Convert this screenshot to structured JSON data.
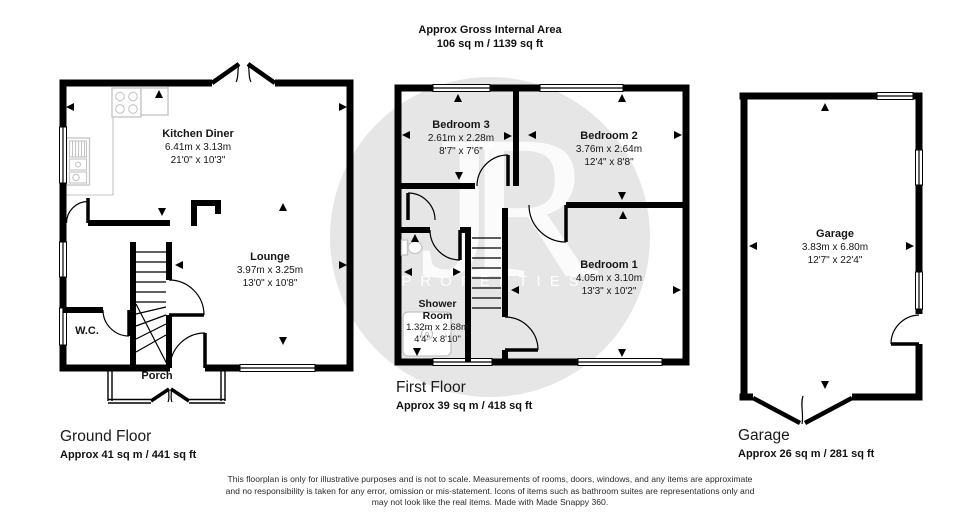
{
  "title": {
    "line1": "Approx Gross Internal Area",
    "line2": "106 sq m / 1139 sq ft"
  },
  "watermark": {
    "monogram": "JR",
    "text": "PROPERTIES",
    "circle_color": "#e6e6e6"
  },
  "floors": {
    "ground": {
      "caption": "Ground Floor",
      "area": "Approx 41 sq m / 441 sq ft",
      "rooms": {
        "kitchen_diner": {
          "name": "Kitchen Diner",
          "metric": "6.41m x 3.13m",
          "imperial": "21'0\" x 10'3\""
        },
        "lounge": {
          "name": "Lounge",
          "metric": "3.97m x 3.25m",
          "imperial": "13'0\" x 10'8\""
        },
        "wc": {
          "name": "W.C."
        },
        "porch": {
          "name": "Porch"
        }
      }
    },
    "first": {
      "caption": "First Floor",
      "area": "Approx 39 sq m / 418 sq ft",
      "rooms": {
        "bedroom3": {
          "name": "Bedroom 3",
          "metric": "2.61m x 2.28m",
          "imperial": "8'7\" x 7'6\""
        },
        "bedroom2": {
          "name": "Bedroom 2",
          "metric": "3.76m x 2.64m",
          "imperial": "12'4\" x 8'8\""
        },
        "bedroom1": {
          "name": "Bedroom 1",
          "metric": "4.05m x 3.10m",
          "imperial": "13'3\" x 10'2\""
        },
        "shower_room": {
          "name": "Shower Room",
          "metric": "1.32m x 2.68m",
          "imperial": "4'4\" x 8'10\""
        }
      }
    },
    "garage": {
      "caption": "Garage",
      "area": "Approx 26 sq m / 281 sq ft",
      "rooms": {
        "garage": {
          "name": "Garage",
          "metric": "3.83m x 6.80m",
          "imperial": "12'7\" x 22'4\""
        }
      }
    }
  },
  "disclaimer": {
    "line1": "This floorplan is only for illustrative purposes and is not to scale. Measurements of rooms, doors, windows, and any items are approximate",
    "line2": "and no responsibility is taken for any error, omission or mis-statement. Icons of items such as bathroom suites are representations only and",
    "line3": "may not look like the real items. Made with Made Snappy 360."
  },
  "colors": {
    "wall": "#000000",
    "watermark_circle": "#e6e6e6",
    "fixture_gray": "#c4c4c4",
    "text": "#111111"
  }
}
